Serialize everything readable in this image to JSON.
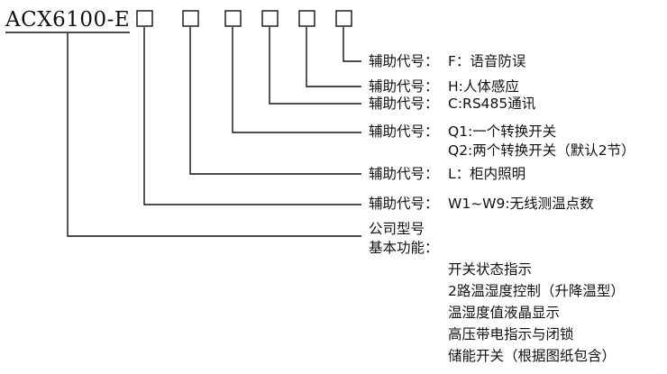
{
  "model_code": "ACX6100-E",
  "option_codes": [
    {
      "label": "辅助代号：",
      "value": "F：语音防误"
    },
    {
      "label": "辅助代号：",
      "value": "H:人体感应"
    },
    {
      "label": "辅助代号：",
      "value": "C:RS485通讯"
    },
    {
      "label": "辅助代号：",
      "value": "Q1:一个转换开关",
      "extra": "Q2:两个转换开关（默认2节）"
    },
    {
      "label": "辅助代号：",
      "value": "L：柜内照明"
    },
    {
      "label": "辅助代号：",
      "value": "W1~W9:无线测温点数"
    }
  ],
  "base_model_label": "公司型号",
  "basic_functions_title": "基本功能：",
  "basic_functions": [
    "开关状态指示",
    "2路温湿度控制（升降温型）",
    "温湿度值液晶显示",
    "高压带电指示与闭锁",
    "储能开关（根据图纸包含）"
  ]
}
